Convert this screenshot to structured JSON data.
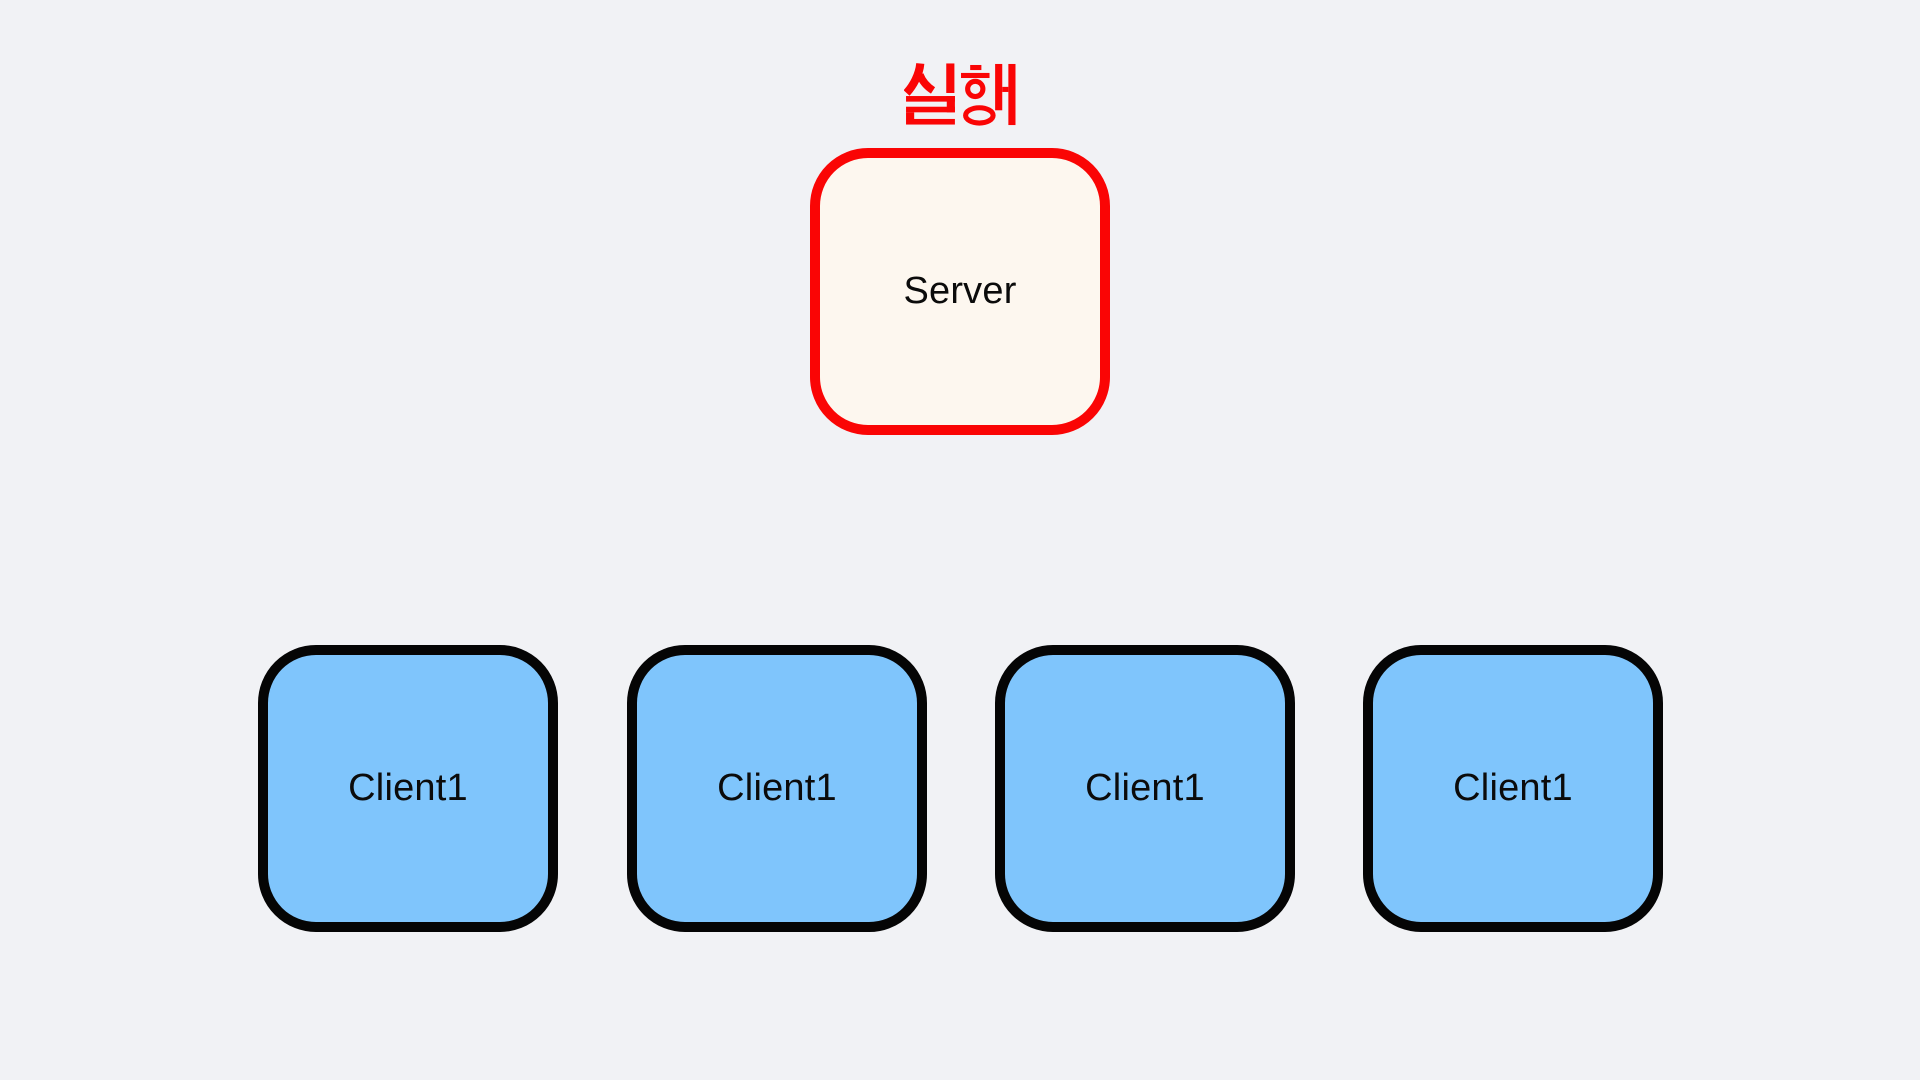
{
  "canvas": {
    "background_color": "#f1f2f5"
  },
  "diagram": {
    "annotation": {
      "text": "실행",
      "color": "#fa0505"
    },
    "server_node": {
      "label": "Server",
      "fill": "#fdf7ef",
      "border_color": "#fa0505",
      "text_color": "#0b0b0b"
    },
    "client_nodes": [
      {
        "label": "Client1"
      },
      {
        "label": "Client1"
      },
      {
        "label": "Client1"
      },
      {
        "label": "Client1"
      }
    ],
    "client_style": {
      "fill": "#7fc5fc",
      "border_color": "#050505",
      "text_color": "#0b0b0b"
    }
  }
}
